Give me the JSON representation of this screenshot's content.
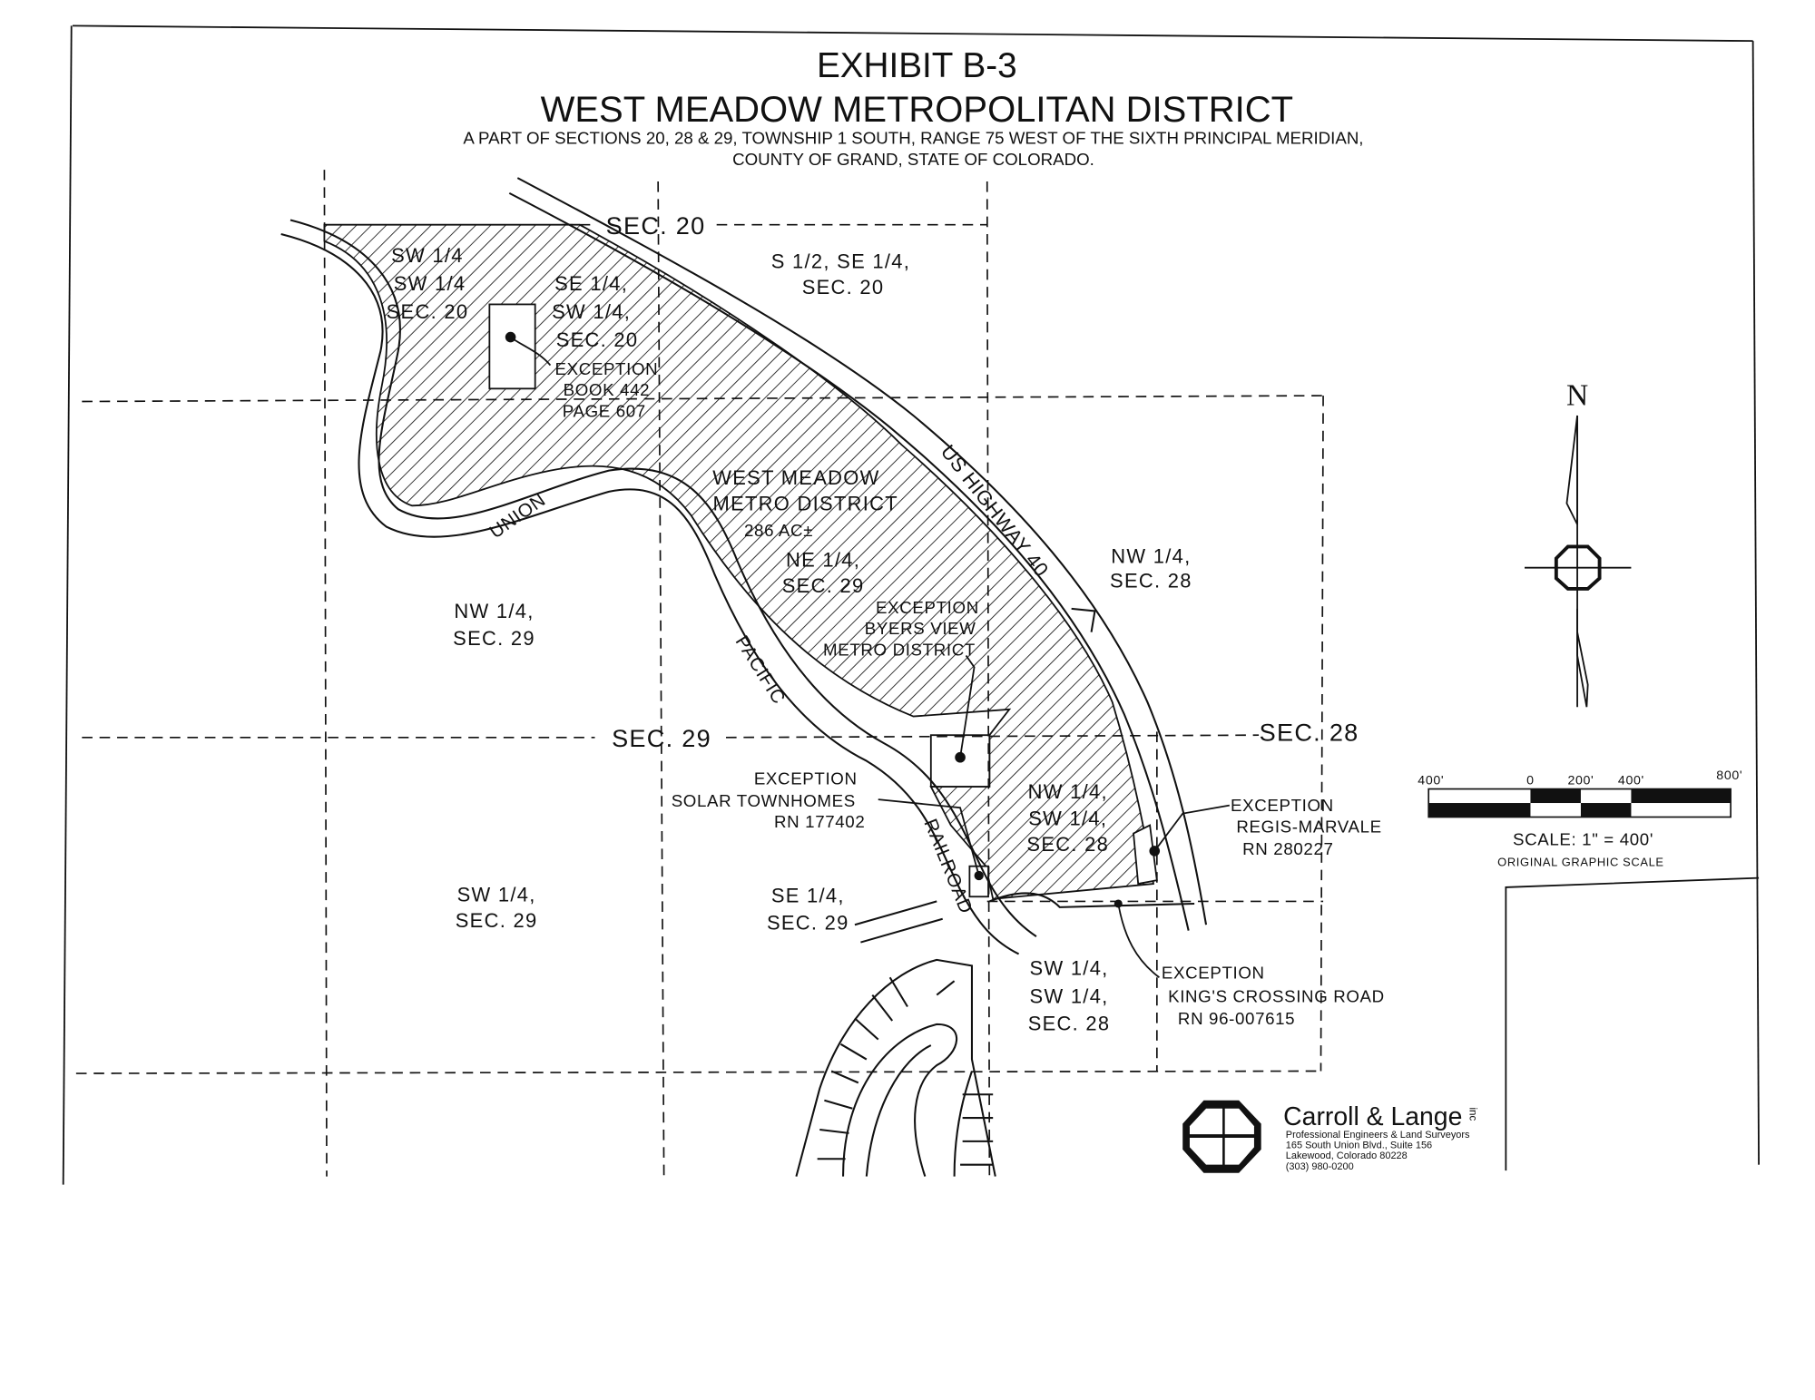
{
  "title": {
    "exhibit": "EXHIBIT B-3",
    "district": "WEST MEADOW METROPOLITAN DISTRICT",
    "subtitle_line1": "A PART OF SECTIONS 20, 28 & 29, TOWNSHIP 1 SOUTH, RANGE 75 WEST OF THE SIXTH PRINCIPAL MERIDIAN,",
    "subtitle_line2": "COUNTY OF GRAND, STATE OF COLORADO."
  },
  "section_labels": {
    "sec20": "SEC. 20",
    "sec29": "SEC. 29",
    "sec28": "SEC. 28"
  },
  "parcels": {
    "sw_sw_20": [
      "SW 1/4",
      "SW 1/4",
      "SEC. 20"
    ],
    "se_sw_20": [
      "SE 1/4,",
      "SW 1/4,",
      "SEC. 20"
    ],
    "s_se_20": [
      "S 1/2, SE 1/4,",
      "SEC. 20"
    ],
    "district": [
      "WEST MEADOW",
      "METRO DISTRICT",
      "286 AC±"
    ],
    "ne_29": [
      "NE 1/4,",
      "SEC. 29"
    ],
    "nw_28": [
      "NW 1/4,",
      "SEC. 28"
    ],
    "nw_29": [
      "NW 1/4,",
      "SEC. 29"
    ],
    "sw_29": [
      "SW 1/4,",
      "SEC. 29"
    ],
    "se_29": [
      "SE 1/4,",
      "SEC. 29"
    ],
    "nw_sw_28": [
      "NW 1/4,",
      "SW 1/4,",
      "SEC. 28"
    ],
    "sw_sw_28": [
      "SW 1/4,",
      "SW 1/4,",
      "SEC. 28"
    ]
  },
  "exceptions": {
    "book": [
      "EXCEPTION",
      "BOOK 442",
      "PAGE 607"
    ],
    "byers": [
      "EXCEPTION",
      "BYERS VIEW",
      "METRO DISTRICT"
    ],
    "solar": [
      "EXCEPTION",
      "SOLAR TOWNHOMES",
      "RN 177402"
    ],
    "regis": [
      "EXCEPTION",
      "REGIS-MARVALE",
      "RN 280227"
    ],
    "kings": [
      "EXCEPTION",
      "KING'S CROSSING ROAD",
      "RN 96-007615"
    ]
  },
  "roads": {
    "highway": "US HIGHWAY 40",
    "rail_union": "UNION",
    "rail_pacific": "PACIFIC",
    "rail_railroad": "RAILROAD"
  },
  "north_arrow": {
    "label": "N"
  },
  "scale": {
    "ticks": [
      "400'",
      "0",
      "200'",
      "400'",
      "800'"
    ],
    "text": "SCALE: 1\" = 400'",
    "note": "ORIGINAL GRAPHIC SCALE"
  },
  "firm": {
    "name": "Carroll & Lange",
    "suffix": "inc",
    "line1": "Professional Engineers & Land Surveyors",
    "line2": "165 South Union Blvd., Suite 156",
    "line3": "Lakewood, Colorado 80228",
    "line4": "(303) 980-0200"
  }
}
